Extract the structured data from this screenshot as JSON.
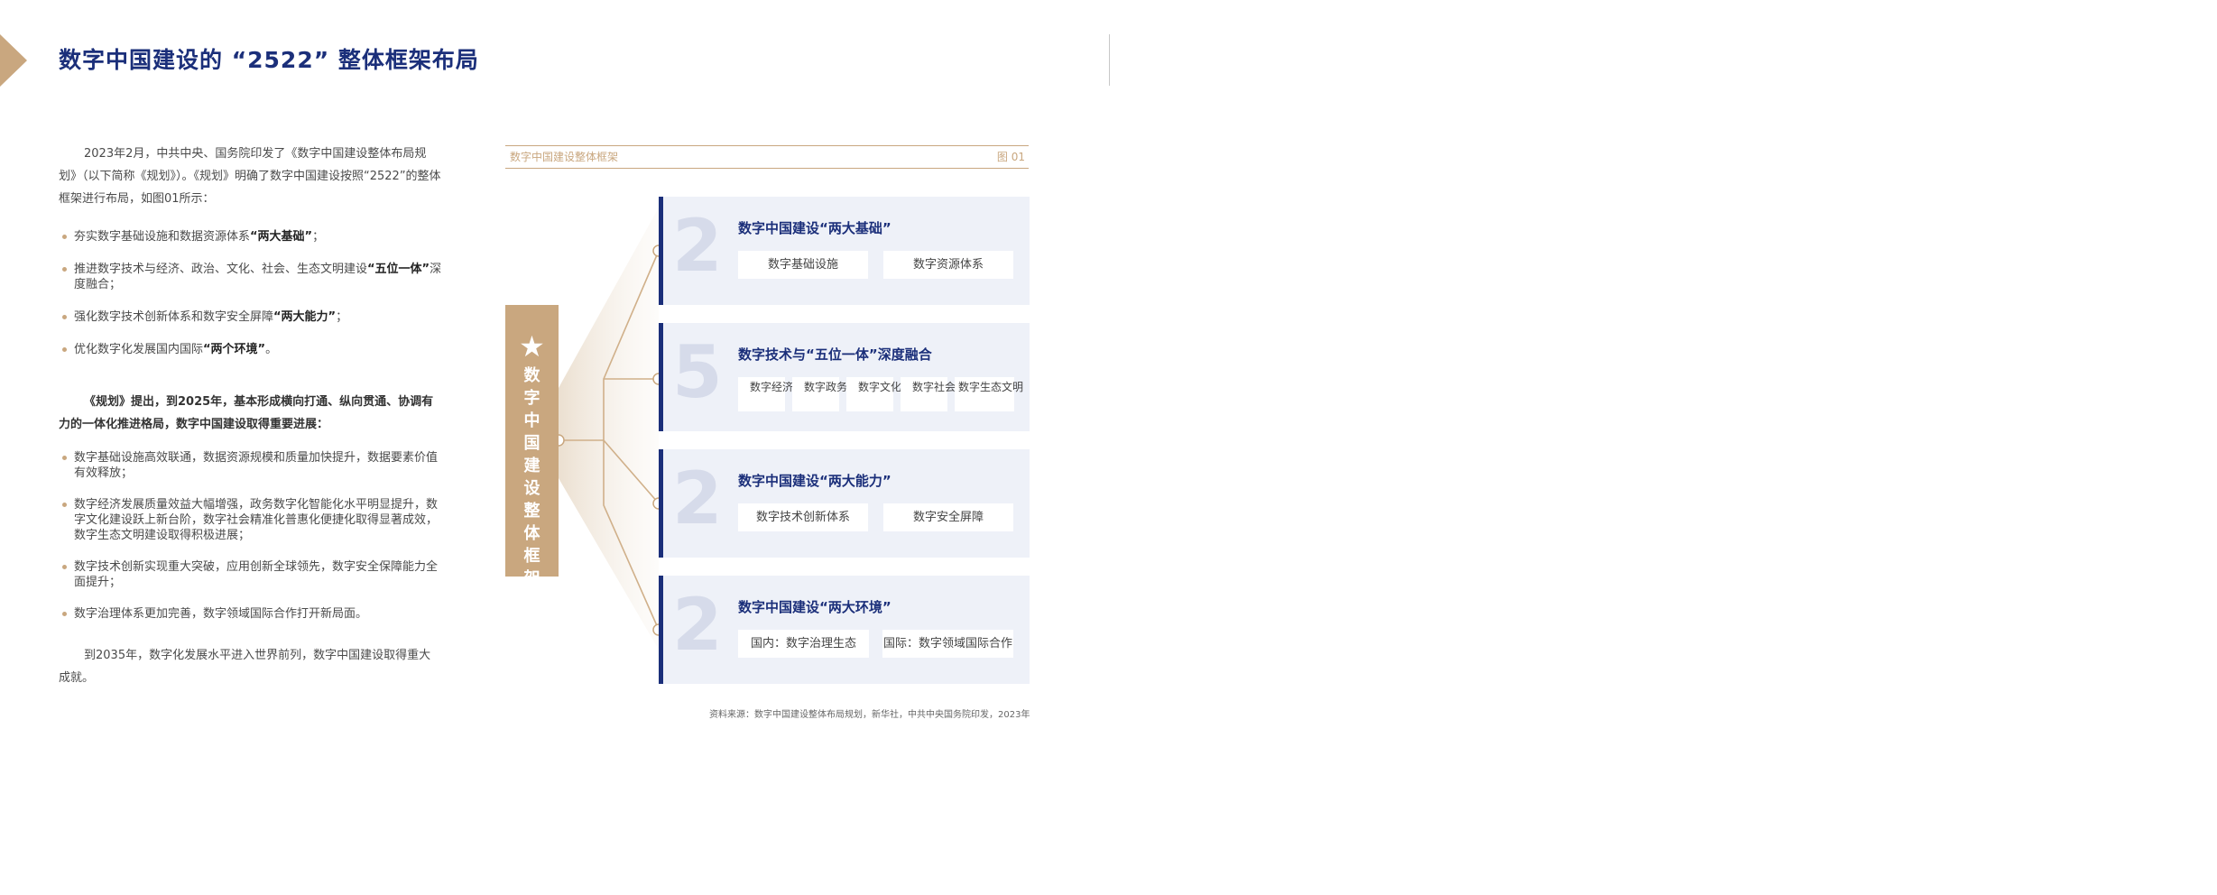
{
  "page": {
    "title": "数字中国建设的 “2522” 整体框架布局"
  },
  "left": {
    "intro": "2023年2月，中共中央、国务院印发了《数字中国建设整体布局规划》（以下简称《规划》）。《规划》明确了数字中国建设按照“2522”的整体框架进行布局，如图01所示：",
    "list1": [
      {
        "pre": "夯实数字基础设施和数据资源体系",
        "bold": "“两大基础”",
        "post": "；"
      },
      {
        "pre": "推进数字技术与经济、政治、文化、社会、生态文明建设",
        "bold": "“五位一体”",
        "post": "深度融合；"
      },
      {
        "pre": "强化数字技术创新体系和数字安全屏障",
        "bold": "“两大能力”",
        "post": "；"
      },
      {
        "pre": "优化数字化发展国内国际",
        "bold": "“两个环境”",
        "post": "。"
      }
    ],
    "para2": "《规划》提出，到2025年，基本形成横向打通、纵向贯通、协调有力的一体化推进格局，数字中国建设取得重要进展：",
    "list2": [
      "数字基础设施高效联通，数据资源规模和质量加快提升，数据要素价值有效释放；",
      "数字经济发展质量效益大幅增强，政务数字化智能化水平明显提升，数字文化建设跃上新台阶，数字社会精准化普惠化便捷化取得显著成效，数字生态文明建设取得积极进展；",
      "数字技术创新实现重大突破，应用创新全球领先，数字安全保障能力全面提升；",
      "数字治理体系更加完善，数字领域国际合作打开新局面。"
    ],
    "para3": "到2035年，数字化发展水平进入世界前列，数字中国建设取得重大成就。"
  },
  "figure": {
    "name": "数字中国建设整体框架",
    "number": "图 01",
    "center_label": "数字中国建设整体框架",
    "panels": [
      {
        "num": "2",
        "title": "数字中国建设“两大基础”",
        "items": [
          "数字基础设施",
          "数字资源体系"
        ]
      },
      {
        "num": "5",
        "title": "数字技术与“五位一体”深度融合",
        "items": [
          "数字经济",
          "数字政务",
          "数字文化",
          "数字社会",
          "数字生态文明"
        ]
      },
      {
        "num": "2",
        "title": "数字中国建设“两大能力”",
        "items": [
          "数字技术创新体系",
          "数字安全屏障"
        ]
      },
      {
        "num": "2",
        "title": "数字中国建设“两大环境”",
        "items": [
          "国内：数字治理生态",
          "国际：数字领域国际合作"
        ]
      }
    ],
    "source": "资料来源：数字中国建设整体布局规划，新华社，中共中央国务院印发，2023年"
  },
  "colors": {
    "navy": "#1b2f7a",
    "gold": "#c9a77f",
    "panel_bg": "#eef1f8"
  }
}
